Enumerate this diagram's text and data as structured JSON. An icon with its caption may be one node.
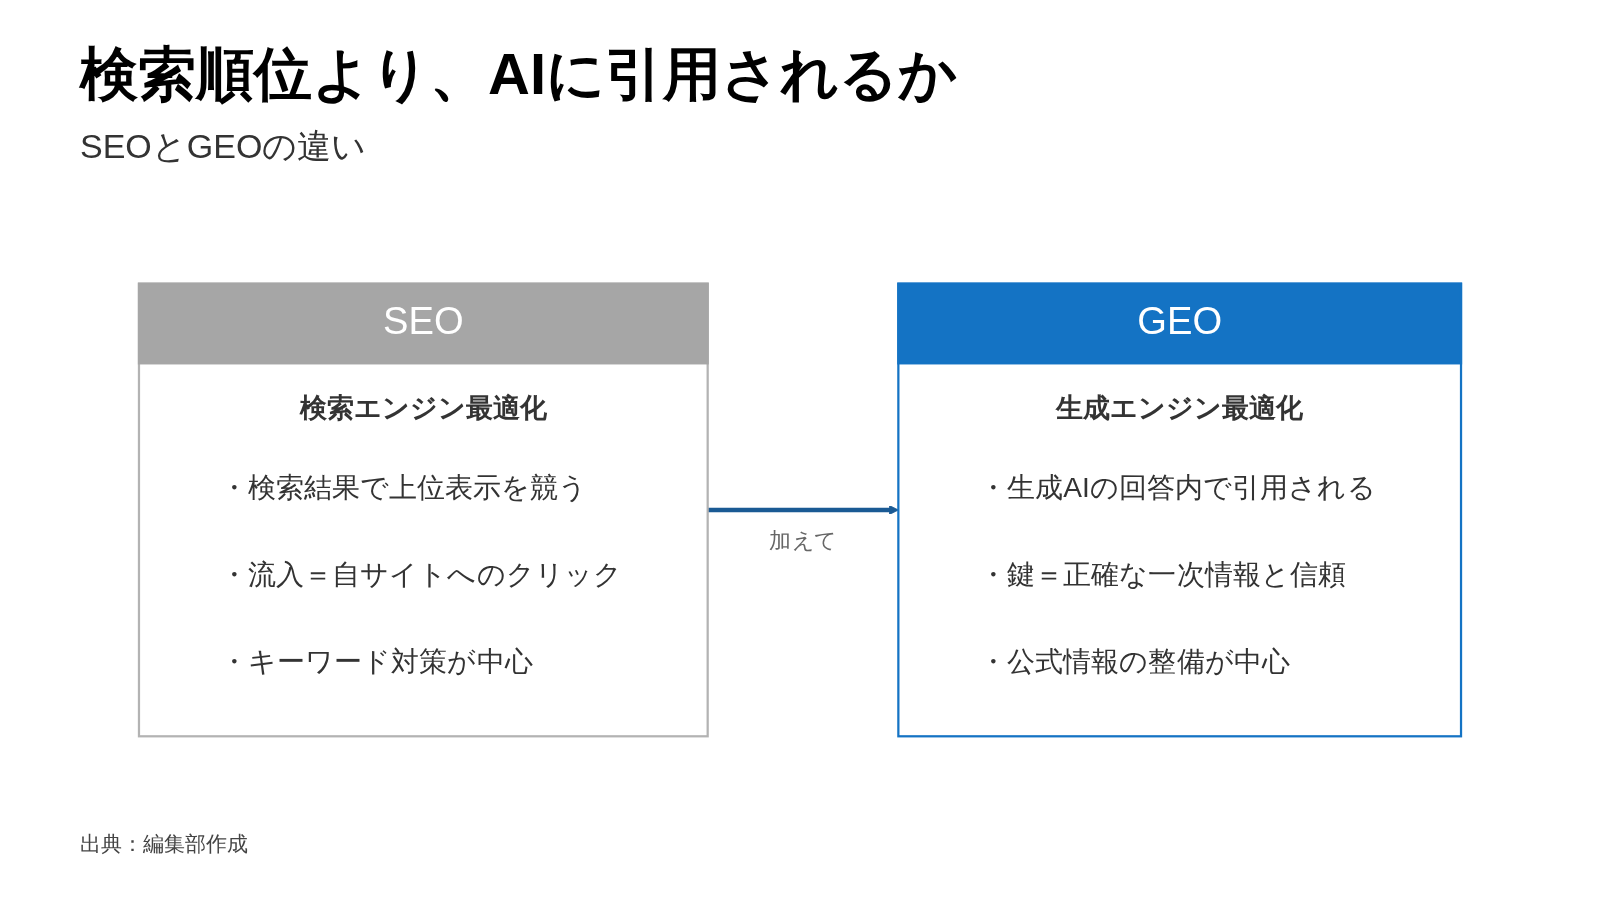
{
  "diagram": {
    "title": "検索順位より、AIに引用されるか",
    "nodes": [
      {
        "text": [
          "SEO",
          "検索エンジン最適化",
          "・検索結果で上位表示を競う",
          "・流入＝自サイトへのクリック",
          "・キーワード対策が中心"
        ]
      },
      {
        "text": [
          "GEO",
          "生成エンジン最適化",
          "・生成AIの回答内で引用される",
          "・鍵＝正確な一次情報と信頼",
          "・公式情報の整備が中心"
        ]
      }
    ],
    "edges": [
      {
        "from": 0,
        "to": 1,
        "arrow": "to",
        "label": "加えて"
      }
    ],
    "labels": [
      "SEOとGEOの違い"
    ],
    "caption": "出典：編集部作成"
  }
}
